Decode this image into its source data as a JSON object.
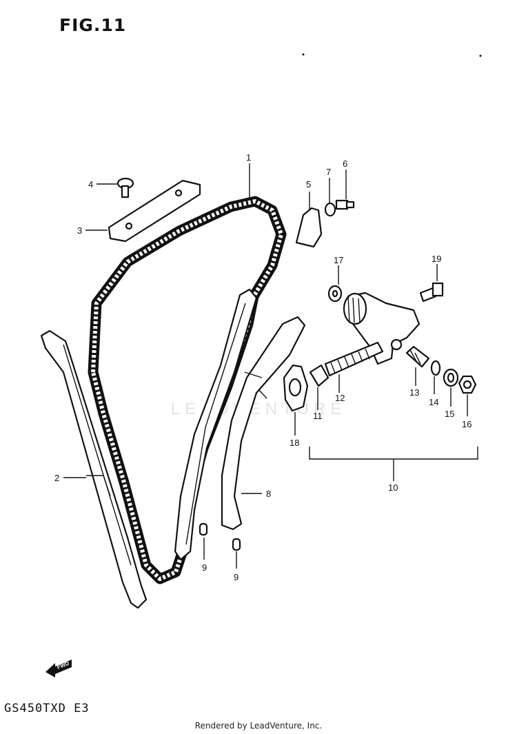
{
  "figure": {
    "title": "FIG.11"
  },
  "model_code": "GS450TXD E3",
  "watermark": "LEADVENTURE",
  "credit": "Rendered by LeadVenture, Inc.",
  "direction_arrow": {
    "label": "FWD",
    "icon": "fwd-arrow-icon"
  },
  "callouts": [
    "1",
    "2",
    "3",
    "4",
    "5",
    "6",
    "7",
    "8",
    "9",
    "9",
    "10",
    "11",
    "12",
    "13",
    "14",
    "15",
    "16",
    "17",
    "18",
    "19"
  ]
}
